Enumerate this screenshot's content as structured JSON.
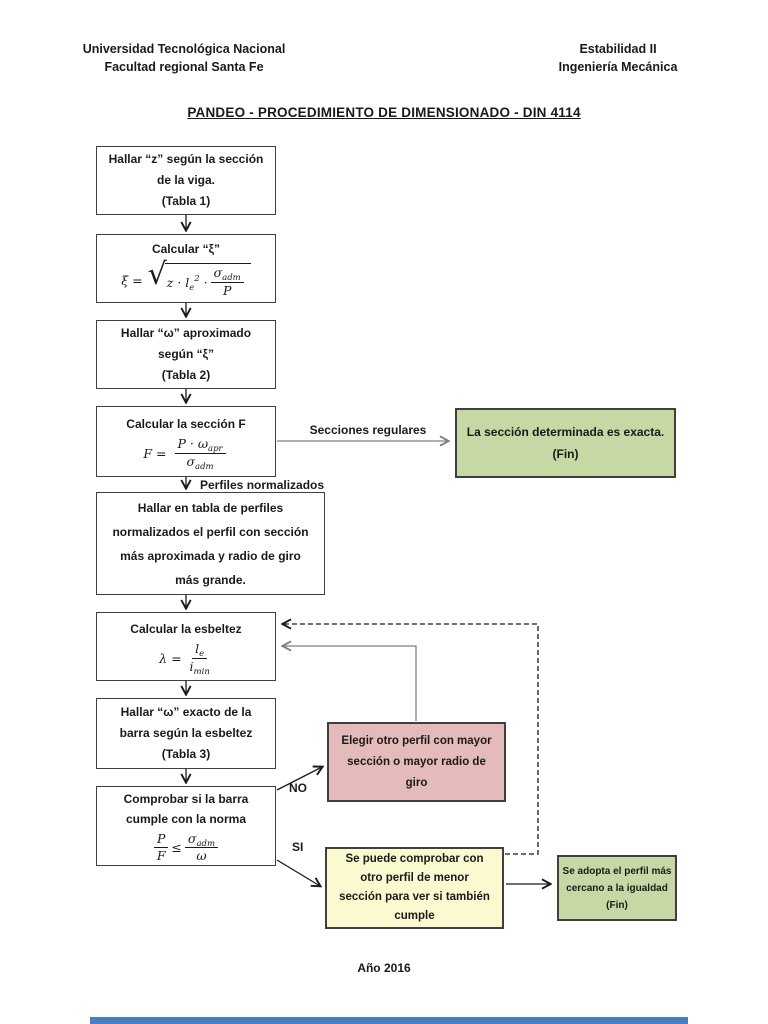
{
  "page": {
    "header": {
      "left": [
        "Universidad Tecnológica Nacional",
        "Facultad regional Santa Fe"
      ],
      "right": [
        "Estabilidad II",
        "Ingeniería Mecánica"
      ]
    },
    "title": "PANDEO - PROCEDIMIENTO DE DIMENSIONADO - DIN 4114",
    "footer": "Año 2016"
  },
  "colors": {
    "result_green": "#c6d8a3",
    "warning_pink": "#e5baba",
    "check_yellow": "#fbf9d0",
    "box_border": "#3f3f3f",
    "next_page_bar_blue": "#4c7dbf"
  },
  "flowchart": {
    "boxes": {
      "hallar_z": [
        "Hallar “z” según la sección",
        "de la viga.",
        "(Tabla 1)"
      ],
      "calcular_xi_title": "Calcular “ξ”",
      "hallar_omega_aprox": [
        "Hallar “ω” aproximado",
        "según “ξ”",
        "(Tabla 2)"
      ],
      "calcular_seccion_title": "Calcular la sección F",
      "seccion_exacta": [
        "La sección determinada es exacta.",
        "(Fin)"
      ],
      "hallar_perfil": [
        "Hallar en tabla de perfiles",
        "normalizados el perfil con sección",
        "más aproximada y radio de giro",
        "más grande."
      ],
      "calcular_esbeltez_title": "Calcular la esbeltez",
      "hallar_omega_exacto": [
        "Hallar “ω” exacto de la",
        "barra según la esbeltez",
        "(Tabla 3)"
      ],
      "comprobar_norma": [
        "Comprobar si la barra",
        "cumple con la norma"
      ],
      "elegir_otro_perfil": [
        "Elegir otro perfil con mayor",
        "sección o mayor radio de",
        "giro"
      ],
      "comprobar_menor": [
        "Se puede comprobar con",
        "otro perfil de menor",
        "sección para ver si también",
        "cumple"
      ],
      "adoptar_perfil": [
        "Se adopta el perfil más",
        "cercano a la igualdad",
        "(Fin)"
      ]
    },
    "labels": {
      "secciones_regulares": "Secciones regulares",
      "perfiles_normalizados": "Perfiles normalizados",
      "no": "NO",
      "si": "SI"
    },
    "formulas": {
      "xi": {
        "lhs": "ξ =",
        "pre": "z · l",
        "pre_sub": "e",
        "pre_sup": "2",
        "mult": " ·",
        "num": "σ",
        "num_sub": "adm",
        "den": "P"
      },
      "f": {
        "lhs": "F =",
        "num": "P · ω",
        "num_sub": "apr",
        "den": "σ",
        "den_sub": "adm"
      },
      "lambda": {
        "lhs": "λ =",
        "num": "l",
        "num_sub": "e",
        "den": "i",
        "den_sub": "min"
      },
      "norma": {
        "num1": "P",
        "den1": "F",
        "rel": "≤",
        "num2": "σ",
        "num2_sub": "adm",
        "den2": "ω"
      }
    }
  }
}
